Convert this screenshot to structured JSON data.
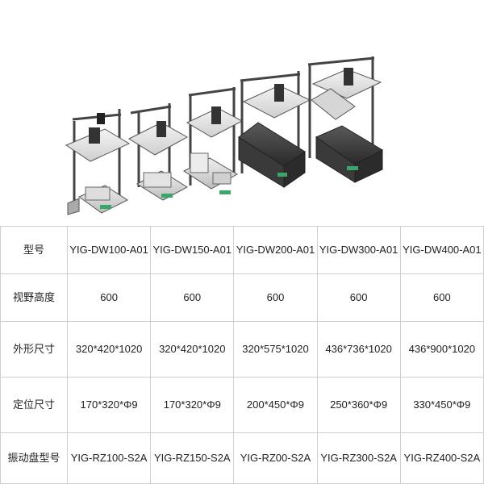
{
  "table": {
    "rows": [
      {
        "label": "型号",
        "cells": [
          "YIG-DW100-A01",
          "YIG-DW150-A01",
          "YIG-DW200-A01",
          "YIG-DW300-A01",
          "YIG-DW400-A01"
        ]
      },
      {
        "label": "视野高度",
        "cells": [
          "600",
          "600",
          "600",
          "600",
          "600"
        ]
      },
      {
        "label": "外形尺寸",
        "cells": [
          "320*420*1020",
          "320*420*1020",
          "320*575*1020",
          "436*736*1020",
          "436*900*1020"
        ]
      },
      {
        "label": "定位尺寸",
        "cells": [
          "170*320*Φ9",
          "170*320*Φ9",
          "200*450*Φ9",
          "250*360*Φ9",
          "330*450*Φ9"
        ]
      },
      {
        "label": "振动盘型号",
        "cells": [
          "YIG-RZ100-S2A",
          "YIG-RZ150-S2A",
          "YIG-RZ00-S2A",
          "YIG-RZ300-S2A",
          "YIG-RZ400-S2A"
        ]
      }
    ]
  },
  "colors": {
    "frame": "#4a4a4a",
    "plate": "#e6e6e6",
    "dark_body": "#3a3a3a",
    "light_body": "#d8d8d8",
    "accent_green": "#3aa66a"
  }
}
